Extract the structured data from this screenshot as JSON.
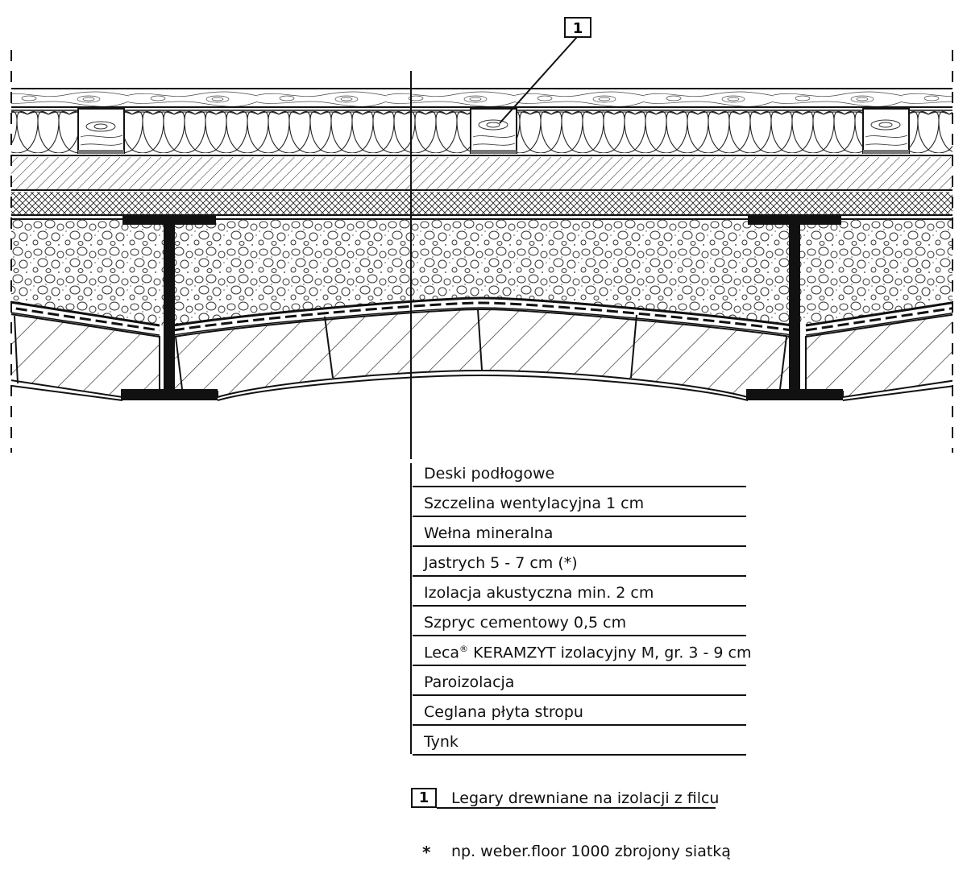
{
  "callout": {
    "number": "1"
  },
  "layers": [
    {
      "label": "Deski podłogowe"
    },
    {
      "label": "Szczelina wentylacyjna 1 cm"
    },
    {
      "label": "Wełna mineralna"
    },
    {
      "label": "Jastrych 5 - 7 cm  (*)"
    },
    {
      "label": "Izolacja akustyczna min. 2 cm"
    },
    {
      "label": "Szpryc cementowy 0,5 cm"
    },
    {
      "label_prefix": "Leca",
      "label_sup": "®",
      "label_suffix": " KERAMZYT izolacyjny M, gr. 3 - 9 cm"
    },
    {
      "label": "Paroizolacja"
    },
    {
      "label": "Ceglana płyta stropu"
    },
    {
      "label": "Tynk"
    }
  ],
  "legend": {
    "key_number": "1",
    "key_text": "Legary drewniane na izolacji z filcu"
  },
  "footnote": {
    "mark": "*",
    "text": "np. weber.floor 1000 zbrojony siatką"
  }
}
